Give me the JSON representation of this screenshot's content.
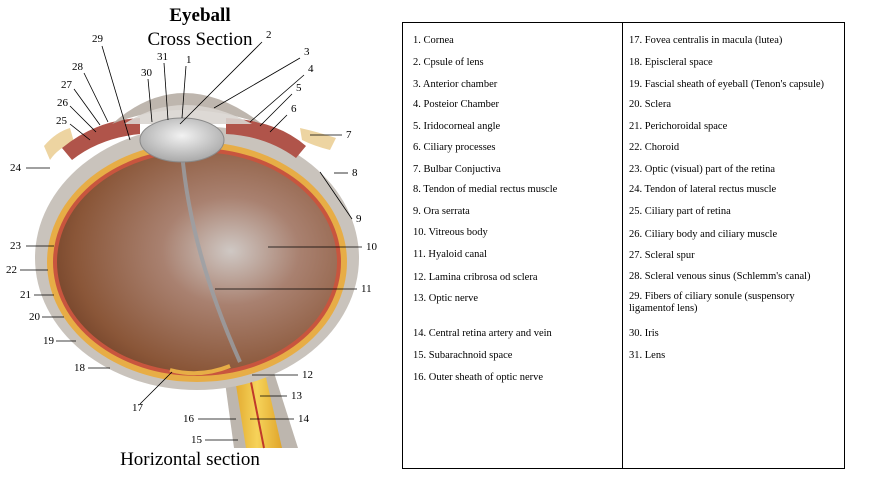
{
  "title": "Eyeball",
  "subtitle": "Cross Section",
  "caption": "Horizontal section",
  "callouts": [
    "1",
    "2",
    "3",
    "4",
    "5",
    "6",
    "7",
    "8",
    "9",
    "10",
    "11",
    "12",
    "13",
    "14",
    "15",
    "16",
    "17",
    "18",
    "19",
    "20",
    "21",
    "22",
    "23",
    "24",
    "25",
    "26",
    "27",
    "28",
    "29",
    "30",
    "31"
  ],
  "legend": [
    "1. Cornea",
    "2. Cpsule of lens",
    "3. Anterior chamber",
    "4. Posteior Chamber",
    "5. Iridocorneal angle",
    "6. Ciliary processes",
    "7. Bulbar Conjuctiva",
    "8. Tendon of medial rectus muscle",
    "9. Ora serrata",
    "10. Vitreous body",
    "11. Hyaloid canal",
    "12. Lamina cribrosa od sclera",
    "13. Optic nerve",
    "14. Central retina artery and vein",
    "15. Subarachnoid space",
    "16. Outer sheath of optic nerve",
    "17. Fovea centralis in macula (lutea)",
    "18. Episcleral space",
    "19. Fascial sheath of eyeball (Tenon's capsule)",
    "20. Sclera",
    "21. Perichoroidal space",
    "22. Choroid",
    "23. Optic (visual) part of the retina",
    "24. Tendon of lateral rectus muscle",
    "25. Ciliary part of retina",
    "26. Ciliary body and ciliary muscle",
    "27. Scleral spur",
    "28. Scleral venous sinus (Schlemm's canal)",
    "29. Fibers of ciliary sonule (suspensory\nligamentof lens)",
    "30. Iris",
    "31. Lens"
  ],
  "colors": {
    "vitreous": "#8f5c42",
    "sclera": "#c8c2bb",
    "choroid": "#e8b04a",
    "retina": "#d94f3c",
    "optic_nerve": "#e9b53a"
  }
}
